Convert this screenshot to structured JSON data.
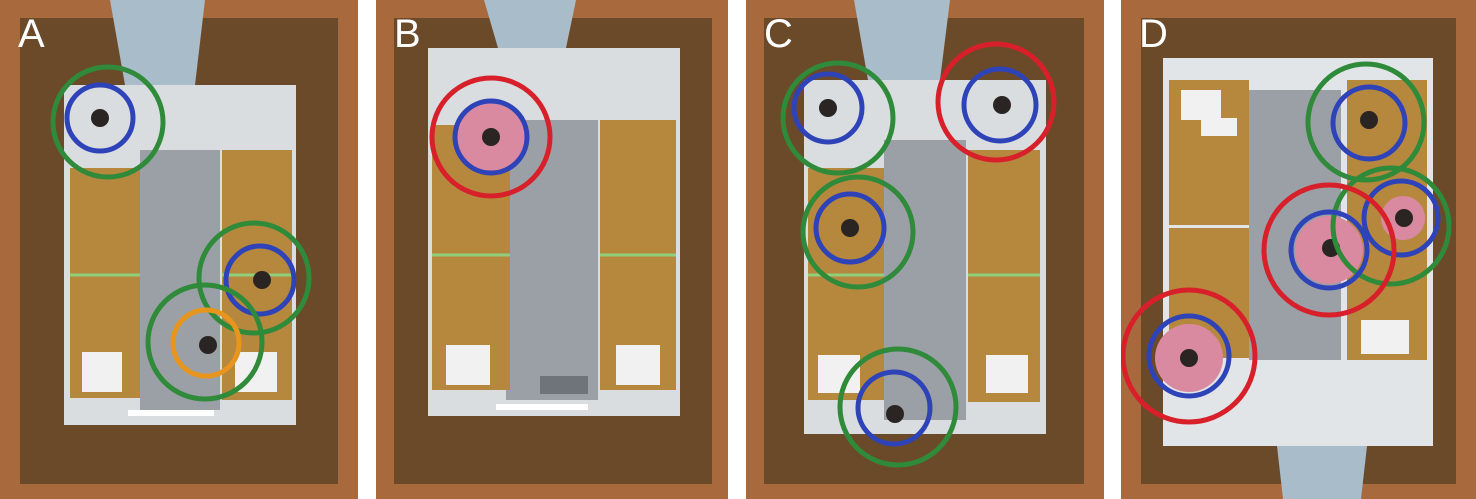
{
  "panels": [
    {
      "label": "A"
    },
    {
      "label": "B"
    },
    {
      "label": "C"
    },
    {
      "label": "D"
    }
  ],
  "colors": {
    "frame_outer": "#a8693d",
    "frame_inner": "#6b4a2a",
    "floor": "#d9dde0",
    "window": "#a9bcc9",
    "bed": "#b6883e",
    "ring_green": "#2f8a3a",
    "ring_blue": "#2f43b8",
    "ring_red": "#d8202a",
    "ring_orange": "#e8951e",
    "highlight_pink": "#d98aa0"
  }
}
